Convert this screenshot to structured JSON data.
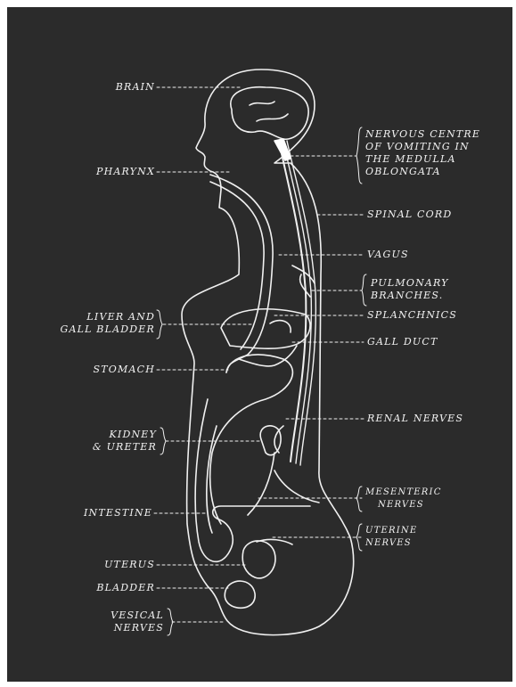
{
  "labels": {
    "brain": "Brain",
    "pharynx": "Pharynx",
    "liver_1": "Liver and",
    "liver_2": "Gall bladder",
    "stomach": "Stomach",
    "kidney_1": "Kidney",
    "kidney_2": "& Ureter",
    "intestine": "Intestine",
    "uterus": "Uterus",
    "bladder": "Bladder",
    "vesical_1": "Vesical",
    "vesical_2": "Nerves",
    "vomit_1": "Nervous centre",
    "vomit_2": "of vomiting in",
    "vomit_3": "the Medulla",
    "vomit_4": "oblongata",
    "spinal": "Spinal cord",
    "vagus": "Vagus",
    "pulm_1": "Pulmonary",
    "pulm_2": "Branches.",
    "splanch": "Splanchnics",
    "gallduct": "Gall duct",
    "renal": "Renal nerves",
    "mesent_1": "Mesenteric",
    "mesent_2": "nerves",
    "uterine_1": "Uterine",
    "uterine_2": "nerves"
  },
  "colors": {
    "background": "#2b2b2b",
    "lines": "#f2f2f2"
  }
}
